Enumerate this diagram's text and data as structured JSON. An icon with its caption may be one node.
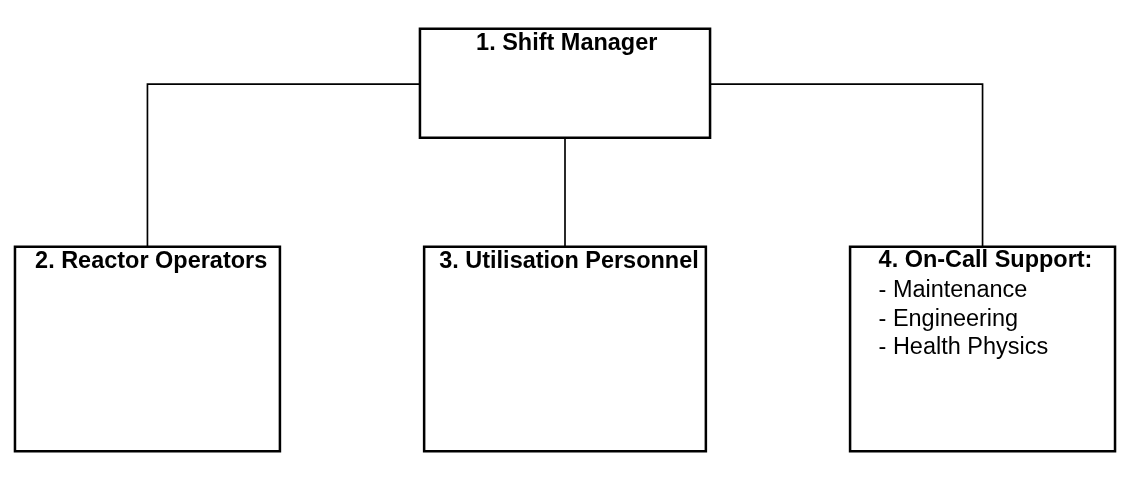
{
  "diagram": {
    "nodes": [
      {
        "text": [
          "1. Shift Manager"
        ]
      },
      {
        "text": [
          "2. Reactor Operators"
        ]
      },
      {
        "text": [
          "3. Utilisation Personnel"
        ]
      },
      {
        "text": [
          "4. On-Call Support:",
          "- Maintenance",
          "- Engineering",
          "- Health Physics"
        ]
      }
    ],
    "edges": [
      {
        "from": 0,
        "to": 1,
        "arrow": "none"
      },
      {
        "from": 0,
        "to": 2,
        "arrow": "none"
      },
      {
        "from": 0,
        "to": 3,
        "arrow": "none"
      }
    ]
  }
}
